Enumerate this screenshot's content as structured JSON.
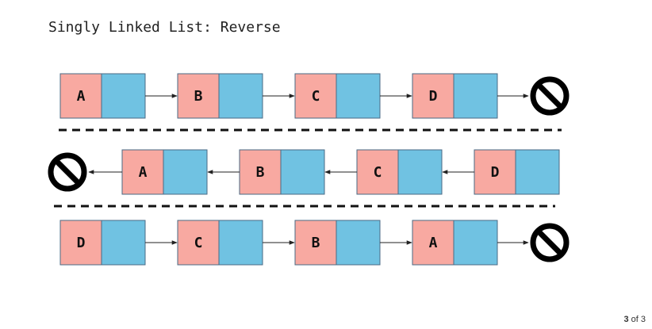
{
  "title": "Singly Linked List: Reverse",
  "colors": {
    "data_cell": "#f8a9a1",
    "pointer_cell": "#70c2e2",
    "border": "#4a6a84",
    "arrow": "#222222",
    "null_icon": "#000000",
    "separator": "#111111"
  },
  "rows": [
    {
      "direction": "right",
      "nodes": [
        "A",
        "B",
        "C",
        "D"
      ]
    },
    {
      "direction": "left",
      "nodes": [
        "A",
        "B",
        "C",
        "D"
      ]
    },
    {
      "direction": "right",
      "nodes": [
        "D",
        "C",
        "B",
        "A"
      ]
    }
  ],
  "null_icon": "null-icon",
  "pager": {
    "current": "3",
    "separator": "of",
    "total": "3"
  }
}
